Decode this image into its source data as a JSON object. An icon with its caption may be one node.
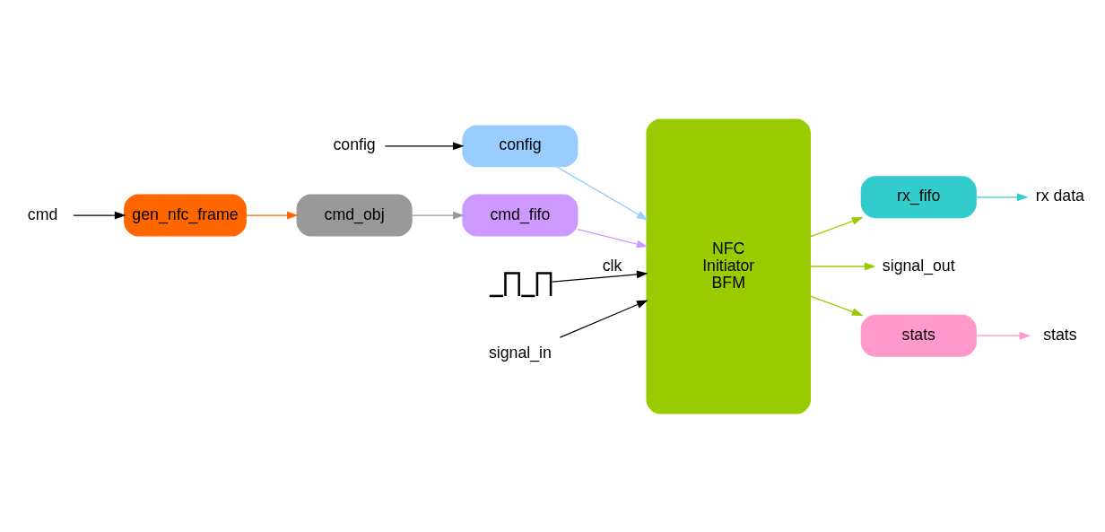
{
  "diagram": {
    "nodes": [
      {
        "text": [
          "config"
        ]
      },
      {
        "text": [
          "config"
        ]
      },
      {
        "text": [
          "cmd"
        ]
      },
      {
        "text": [
          "gen_nfc_frame"
        ]
      },
      {
        "text": [
          "cmd_obj"
        ]
      },
      {
        "text": [
          "cmd_fifo"
        ]
      },
      {
        "text": [
          "rx_fifo"
        ]
      },
      {
        "text": [
          "rx data"
        ]
      },
      {
        "text": [
          "NFC Initiator BFM"
        ]
      },
      {
        "text": [],
        "shape": "waveform"
      },
      {
        "text": [
          "signal_out"
        ]
      },
      {
        "text": [
          "signal_in"
        ]
      },
      {
        "text": [
          "stats"
        ]
      },
      {
        "text": [
          "stats"
        ]
      }
    ],
    "edges": [
      {
        "from": 0,
        "to": 1,
        "arrow": "to"
      },
      {
        "from": 1,
        "to": 8,
        "arrow": "to",
        "color": "#99ccff"
      },
      {
        "from": 2,
        "to": 3,
        "arrow": "to"
      },
      {
        "from": 3,
        "to": 4,
        "arrow": "to",
        "color": "#ff6600"
      },
      {
        "from": 4,
        "to": 5,
        "arrow": "to",
        "color": "#999999"
      },
      {
        "from": 5,
        "to": 8,
        "arrow": "to",
        "color": "#cc99ff"
      },
      {
        "from": 8,
        "to": 6,
        "arrow": "to",
        "color": "#99cc00"
      },
      {
        "from": 6,
        "to": 7,
        "arrow": "to",
        "color": "#33cccc"
      },
      {
        "from": 9,
        "to": 8,
        "arrow": "to",
        "label": "clk"
      },
      {
        "from": 8,
        "to": 10,
        "arrow": "to",
        "color": "#99cc00"
      },
      {
        "from": 11,
        "to": 8,
        "arrow": "to"
      },
      {
        "from": 8,
        "to": 12,
        "arrow": "to",
        "color": "#99cc00"
      },
      {
        "from": 12,
        "to": 13,
        "arrow": "to",
        "color": "#ff99cc"
      }
    ]
  }
}
